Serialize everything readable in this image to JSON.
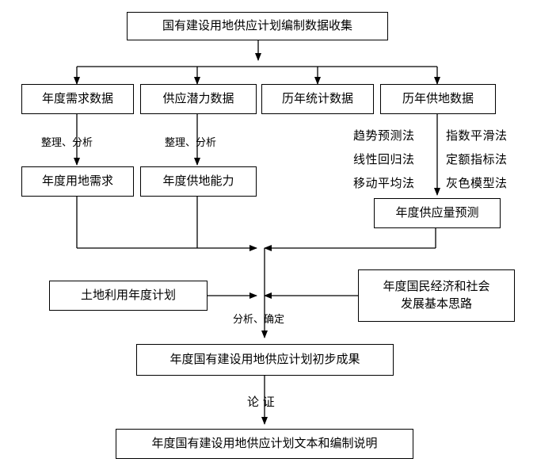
{
  "nodes": {
    "collect": "国有建设用地供应计划编制数据收集",
    "demand_data": "年度需求数据",
    "supply_potential": "供应潜力数据",
    "history_stats": "历年统计数据",
    "history_supply": "历年供地数据",
    "annual_demand": "年度用地需求",
    "supply_capacity": "年度供地能力",
    "supply_forecast": "年度供应量预测",
    "land_use_plan": "土地利用年度计划",
    "economy_line1": "年度国民经济和社会",
    "economy_line2": "发展基本思路",
    "preliminary": "年度国有建设用地供应计划初步成果",
    "final": "年度国有建设用地供应计划文本和编制说明"
  },
  "labels": {
    "organize1": "整理、分析",
    "organize2": "整理、分析",
    "analyze": "分析、确定",
    "verify": "论 证"
  },
  "methods": {
    "left": [
      "趋势预测法",
      "线性回归法",
      "移动平均法"
    ],
    "right": [
      "指数平滑法",
      "定额指标法",
      "灰色模型法"
    ]
  }
}
